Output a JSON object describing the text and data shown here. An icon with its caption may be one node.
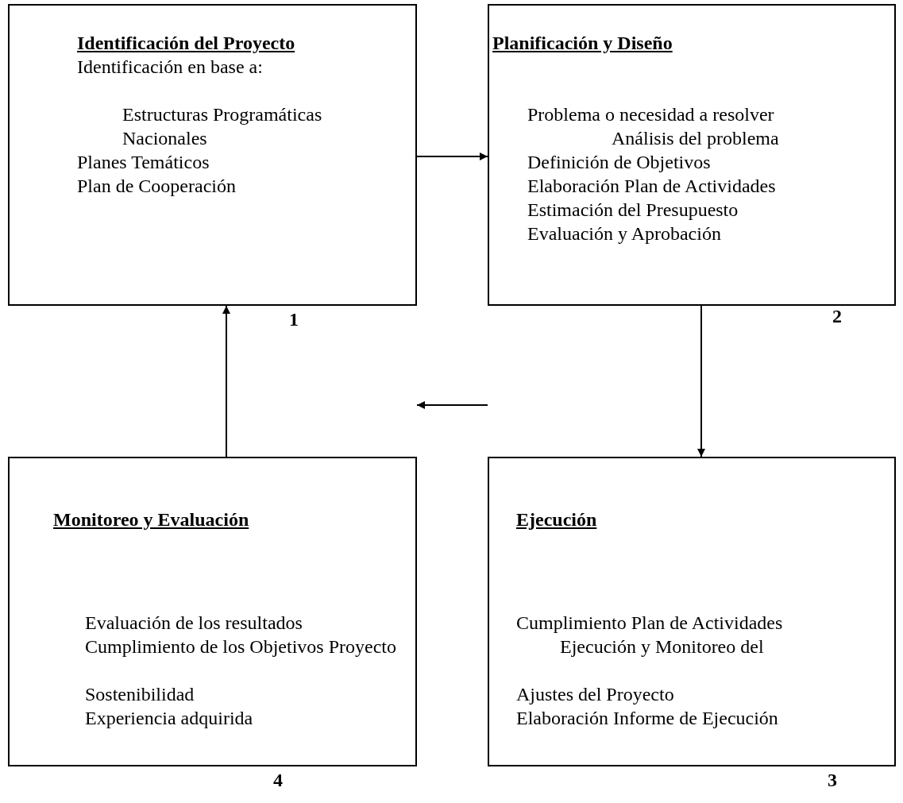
{
  "diagram": {
    "nodes": [
      {
        "text": [
          "Identificación del Proyecto",
          "Identificación en base a:",
          "Estructuras Programáticas Nacionales",
          "Planes Temáticos",
          "Plan de Cooperación"
        ],
        "beside": [
          "1"
        ]
      },
      {
        "text": [
          "Planificación y Diseño",
          "Problema  o necesidad a resolver",
          "Análisis del problema",
          "Definición de Objetivos",
          "Elaboración  Plan de Actividades",
          "Estimación del Presupuesto",
          "Evaluación y Aprobación"
        ],
        "beside": [
          "2"
        ]
      },
      {
        "text": [
          "Monitoreo y Evaluación",
          "Evaluación de los resultados",
          "Cumplimiento de los Objetivos Proyecto",
          "Sostenibilidad",
          "Experiencia adquirida"
        ],
        "beside": [
          "4"
        ]
      },
      {
        "text": [
          "Ejecución",
          "Cumplimiento  Plan de Actividades",
          "Ejecución y Monitoreo del",
          "Ajustes del Proyecto",
          "Elaboración Informe de Ejecución"
        ],
        "beside": [
          "3"
        ]
      }
    ],
    "edges": [
      {
        "from": 0,
        "to": 1,
        "arrow": "to"
      },
      {
        "from": 1,
        "to": 3,
        "arrow": "to"
      },
      {
        "from": 3,
        "to": 2,
        "arrow": "to"
      },
      {
        "from": 2,
        "to": 0,
        "arrow": "to"
      }
    ]
  }
}
